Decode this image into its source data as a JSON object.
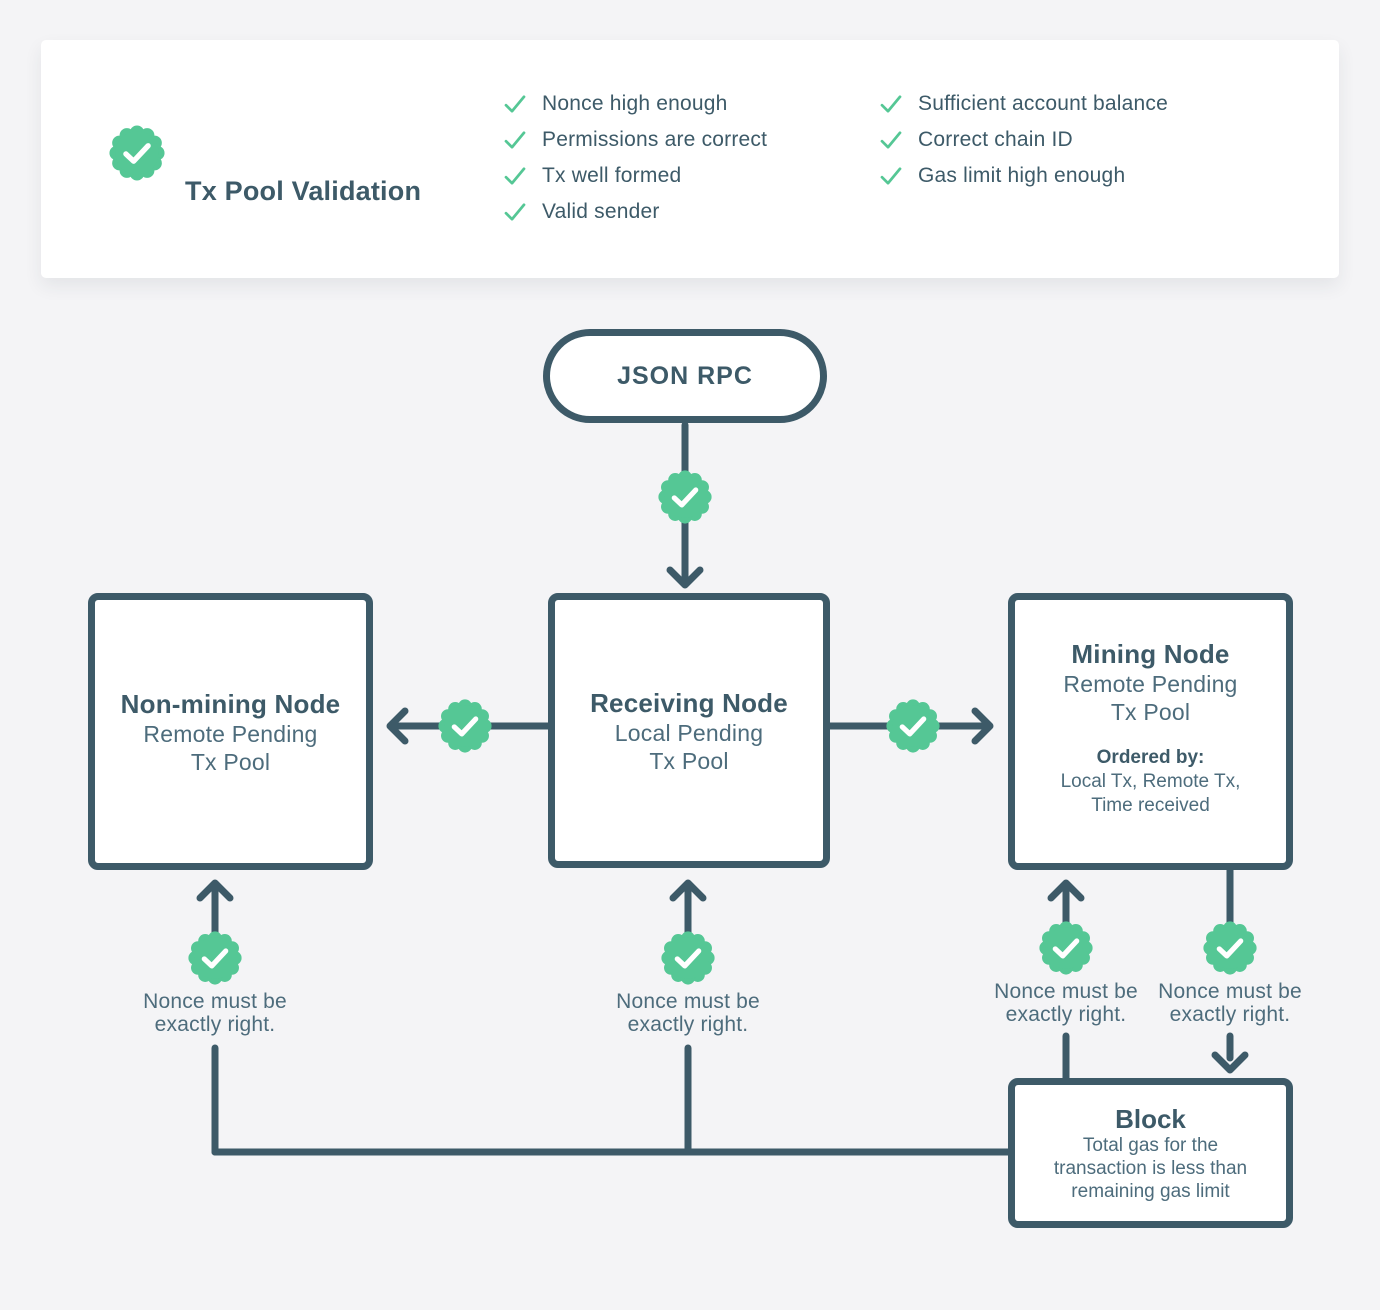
{
  "colors": {
    "accent_green": "#55C795",
    "slate": "#3D5A68",
    "muted_text": "#4D6C7C",
    "page_bg": "#F4F4F6",
    "card_bg": "#FFFFFF"
  },
  "icons": {
    "seal_badge": "seal-check-icon",
    "list_check": "check-icon"
  },
  "validation_card": {
    "title": "Tx Pool Validation",
    "checklist_col1": [
      "Nonce high enough",
      "Permissions are correct",
      "Tx well formed",
      "Valid sender"
    ],
    "checklist_col2": [
      "Sufficient account balance",
      "Correct chain ID",
      "Gas limit high enough"
    ]
  },
  "flow": {
    "json_rpc": {
      "label": "JSON RPC"
    },
    "nodes": {
      "non_mining": {
        "title": "Non-mining Node",
        "subtitle_line1": "Remote Pending",
        "subtitle_line2": "Tx Pool"
      },
      "receiving": {
        "title": "Receiving Node",
        "subtitle_line1": "Local Pending",
        "subtitle_line2": "Tx Pool"
      },
      "mining": {
        "title": "Mining Node",
        "subtitle_line1": "Remote Pending",
        "subtitle_line2": "Tx Pool",
        "ordered_by_label": "Ordered by:",
        "ordered_by_line1": "Local Tx, Remote Tx,",
        "ordered_by_line2": "Time received"
      },
      "block": {
        "title": "Block",
        "body_line1": "Total gas for the",
        "body_line2": "transaction is less than",
        "body_line3": "remaining gas limit"
      }
    },
    "nonce_note": {
      "line1": "Nonce must be",
      "line2": "exactly right."
    }
  }
}
